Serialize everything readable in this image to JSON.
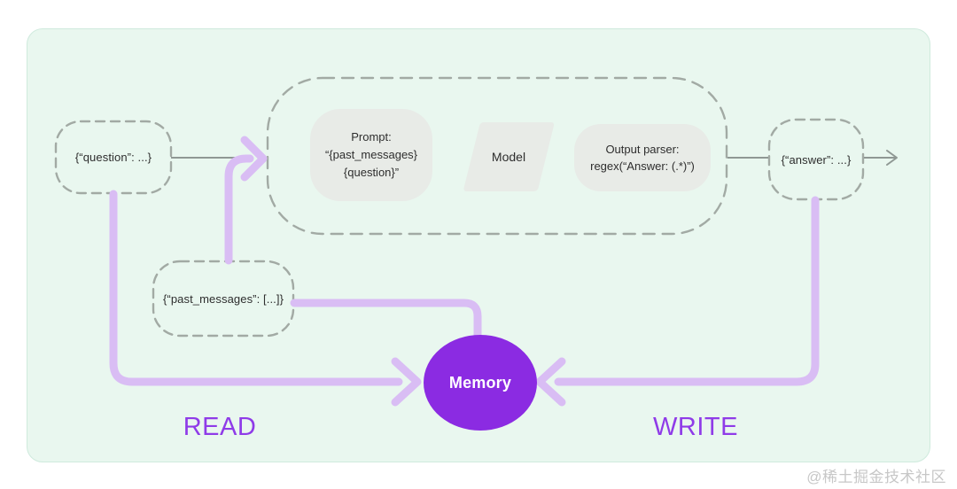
{
  "nodes": {
    "question": {
      "label": "{“question”: ...}"
    },
    "prompt": {
      "title": "Prompt:",
      "line2": "“{past_messages}",
      "line3": "{question}”"
    },
    "model": {
      "label": "Model"
    },
    "output_parser": {
      "title": "Output parser:",
      "line2": "regex(“Answer: (.*)”)"
    },
    "answer": {
      "label": "{“answer”: ...}"
    },
    "past_messages": {
      "label": "{“past_messages”: [...]}"
    },
    "memory": {
      "label": "Memory"
    }
  },
  "labels": {
    "read": "READ",
    "write": "WRITE"
  },
  "watermark": "@稀土掘金技术社区",
  "colors": {
    "canvas_bg": "#e9f7ef",
    "canvas_border": "#cfeadd",
    "node_fill": "#e8ebe7",
    "dashed_stroke": "#a2aaa4",
    "gray_arrow": "#8f9894",
    "purple_line": "#d9bdf4",
    "memory_fill": "#8b2be2",
    "flow_label_purple": "#8f3be8",
    "text": "#2e2e2e"
  }
}
